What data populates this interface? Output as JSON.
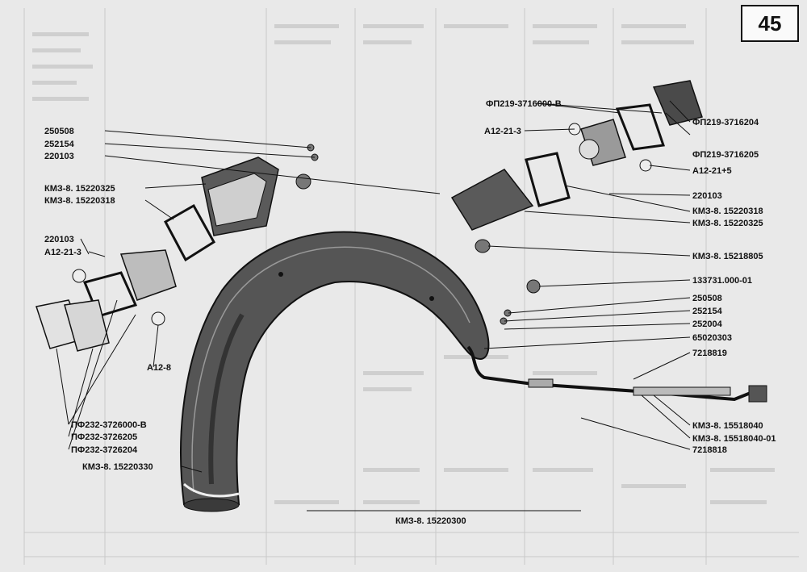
{
  "page_number": "45",
  "labels": {
    "fp219_3716000_b": "ФП219-3716000-В",
    "a12_21_3_top": "А12-21-3",
    "fp219_3716204": "ФП219-3716204",
    "fp219_3716205": "ФП219-3716205",
    "a12_21_5": "А12-21+5",
    "n220103_right": "220103",
    "kmz_15220318_right": "КМЗ-8. 15220318",
    "kmz_15220325_right": "КМЗ-8. 15220325",
    "kmz_15218805": "КМЗ-8. 15218805",
    "n133731": "133731.000-01",
    "n250508_right": "250508",
    "n252154_right": "252154",
    "n252004": "252004",
    "n65020303": "65020303",
    "n7218819": "7218819",
    "kmz_15518040": "КМЗ-8. 15518040",
    "kmz_15518040_01": "КМЗ-8. 15518040-01",
    "n7218818": "7218818",
    "n250508_left": "250508",
    "n252154_left": "252154",
    "n220103_left_top": "220103",
    "kmz_15220325_left": "КМЗ-8. 15220325",
    "kmz_15220318_left": "КМЗ-8. 15220318",
    "n220103_left": "220103",
    "a12_21_3_left": "А12-21-3",
    "a12_8": "А12-8",
    "pf232_3726000_b": "ПФ232-3726000-В",
    "pf232_3726205": "ПФ232-3726205",
    "pf232_3726204": "ПФ232-3726204",
    "kmz_15220330": "КМЗ-8. 15220330",
    "kmz_15220300": "КМЗ-8. 15220300"
  },
  "colors": {
    "ink": "#111111",
    "paper": "#e9e9e9",
    "part_fill": "#6a6a6a",
    "part_dark": "#2a2a2a",
    "lens": "#d8d8d8"
  }
}
